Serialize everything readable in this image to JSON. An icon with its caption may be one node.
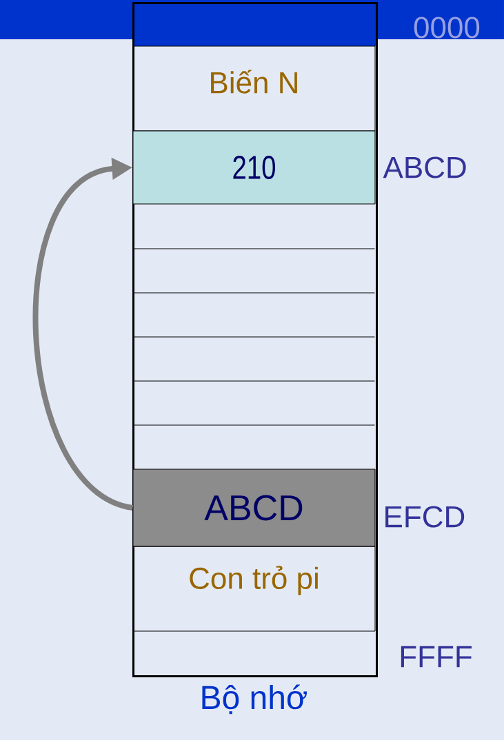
{
  "diagram": {
    "nodes": [
      {
        "text": [
          "Bộ nhớ"
        ]
      },
      {
        "text": [
          "Biến N"
        ],
        "in": 0
      },
      {
        "text": [
          "210"
        ],
        "in": 0,
        "beside": [
          "ABCD"
        ]
      },
      {
        "text": [
          "ABCD"
        ],
        "in": 0,
        "beside": [
          "EFCD"
        ]
      },
      {
        "text": [
          "Con trỏ pi"
        ],
        "in": 0
      }
    ],
    "edges": [
      {
        "from": 3,
        "to": 2,
        "arrow": "to",
        "color": "#808080"
      }
    ],
    "labels": [
      "0000",
      "FFFF"
    ]
  }
}
